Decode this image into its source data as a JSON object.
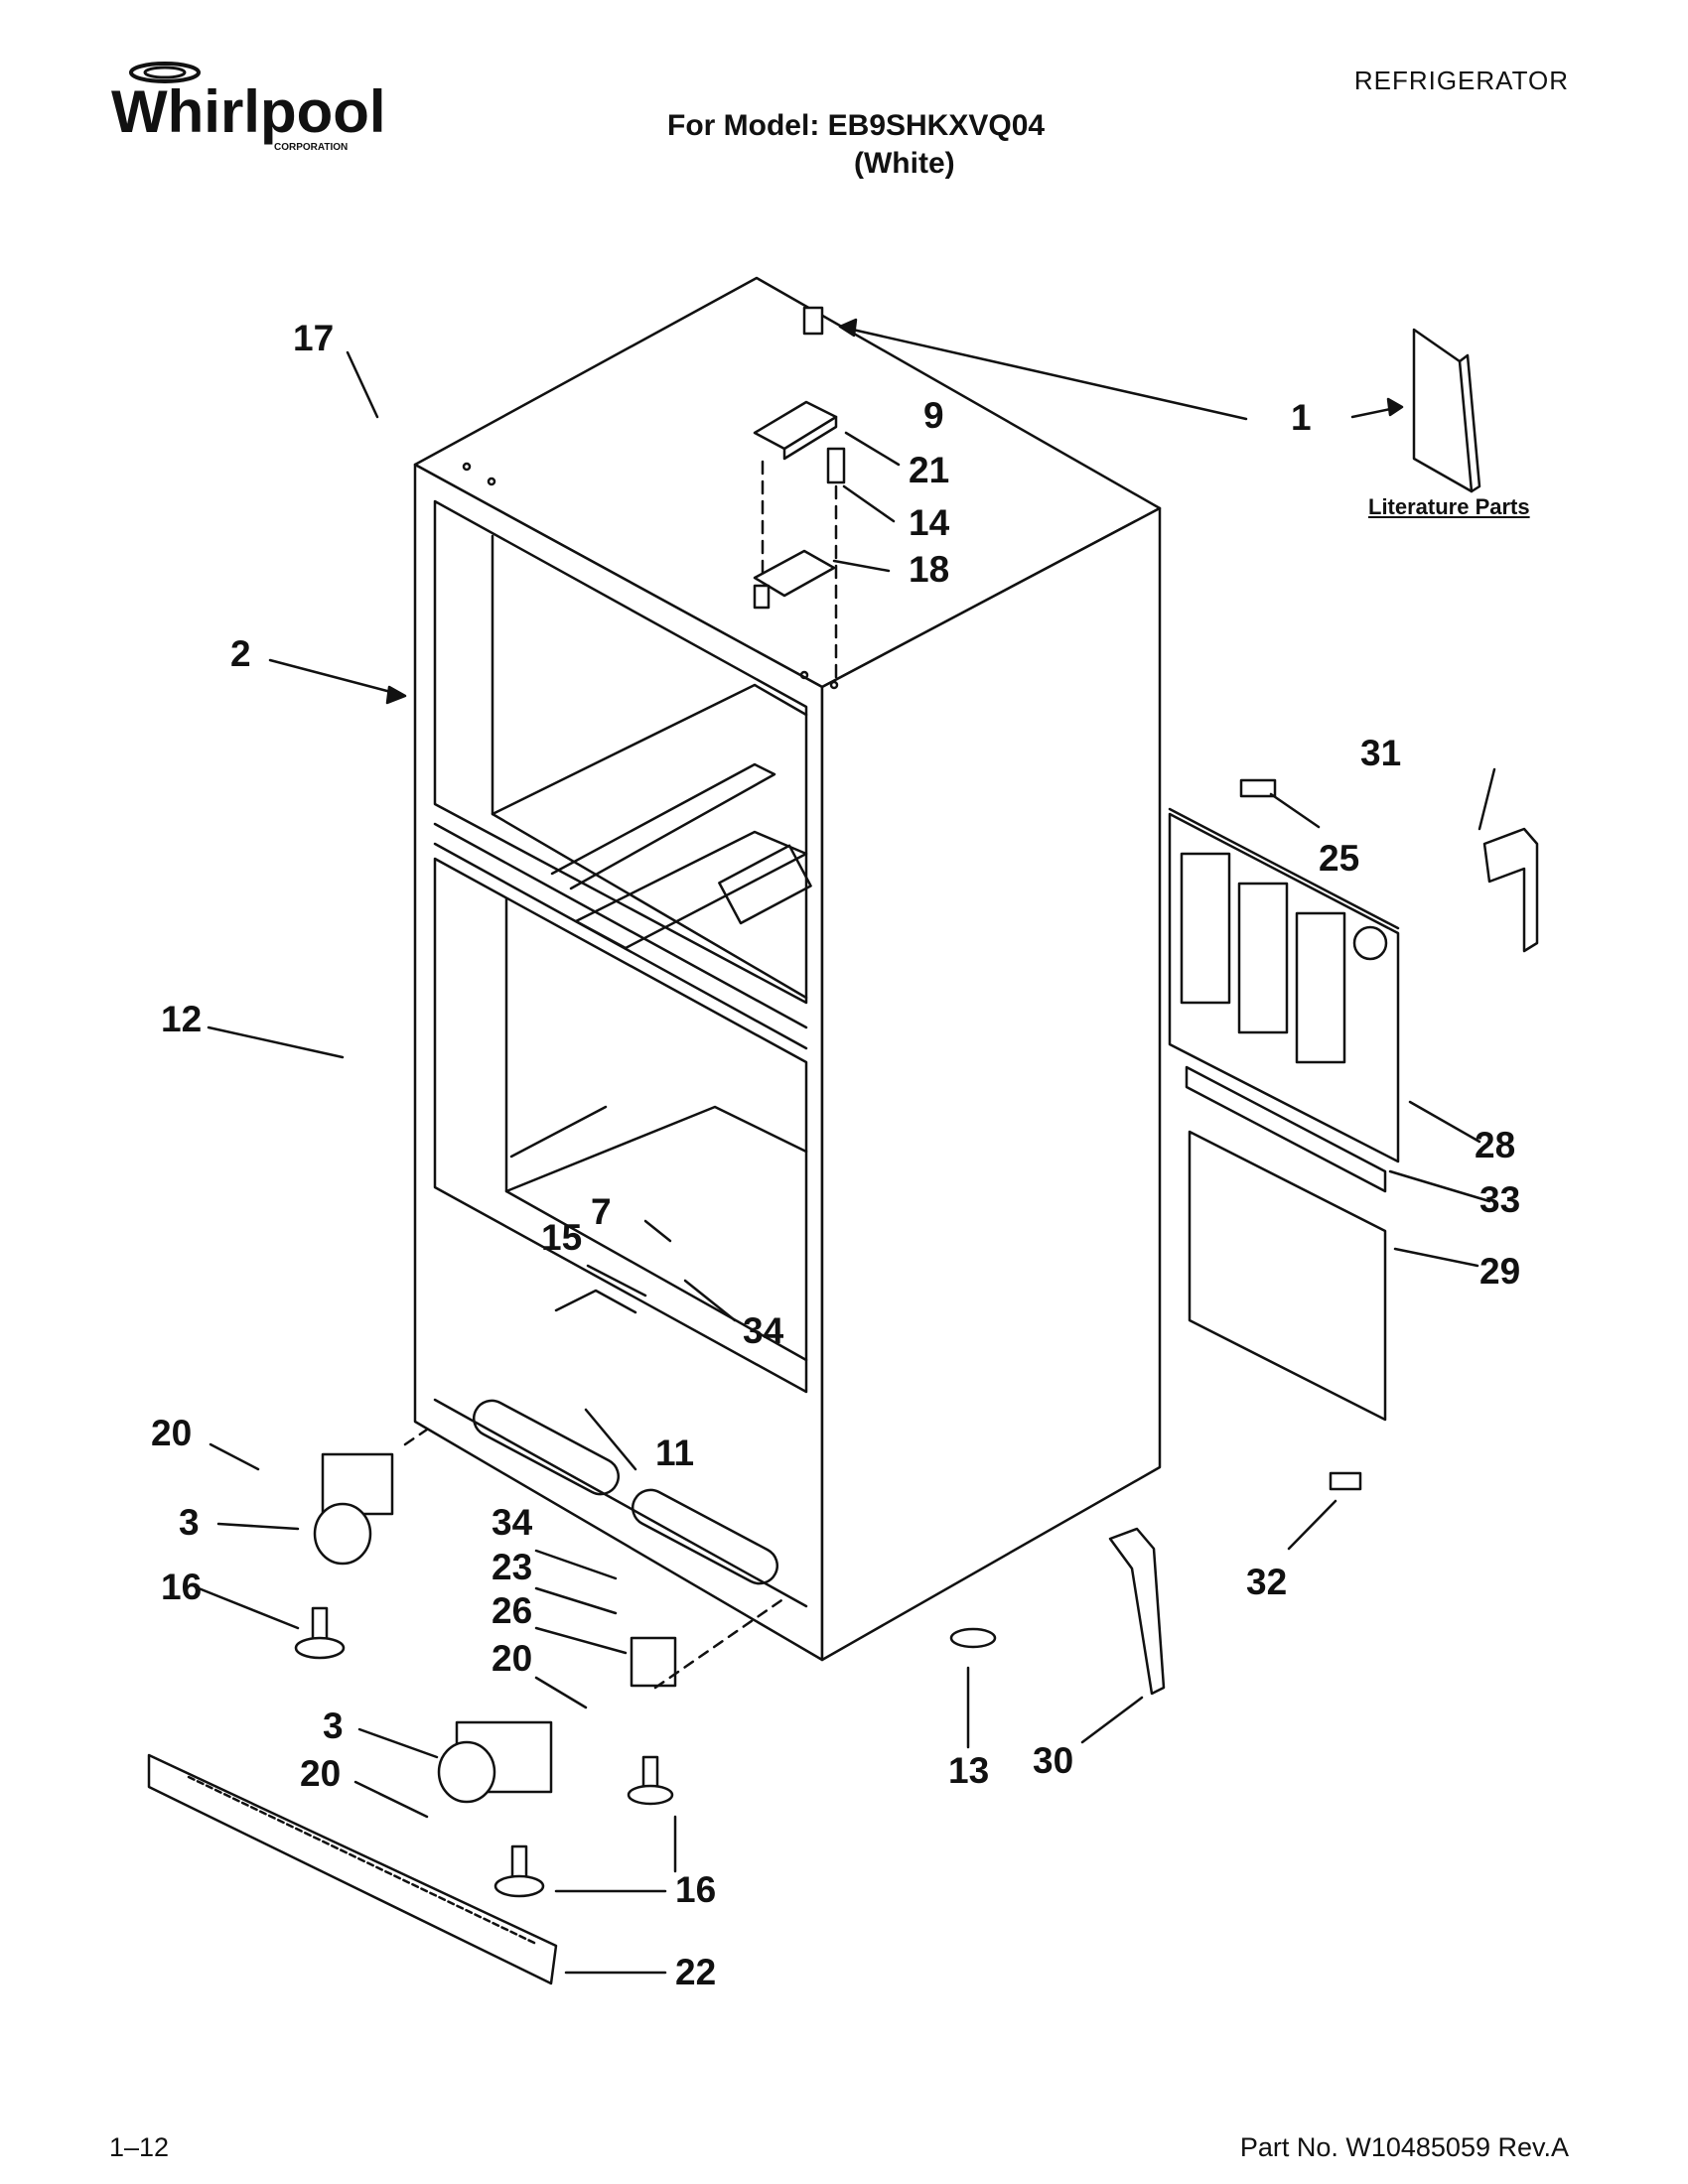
{
  "header": {
    "brand": "Whirlpool",
    "brand_sub": "CORPORATION",
    "category": "REFRIGERATOR",
    "model_line": "For Model: EB9SHKXVQ04",
    "color_line": "(White)"
  },
  "literature_label": "Literature Parts",
  "callouts": [
    "1",
    "2",
    "3",
    "3",
    "7",
    "9",
    "11",
    "12",
    "13",
    "14",
    "15",
    "16",
    "16",
    "17",
    "18",
    "20",
    "20",
    "20",
    "21",
    "22",
    "23",
    "25",
    "26",
    "28",
    "29",
    "30",
    "31",
    "32",
    "33",
    "34",
    "34"
  ],
  "footer": {
    "page": "1–12",
    "part_no": "Part No. W10485059 Rev.A"
  }
}
